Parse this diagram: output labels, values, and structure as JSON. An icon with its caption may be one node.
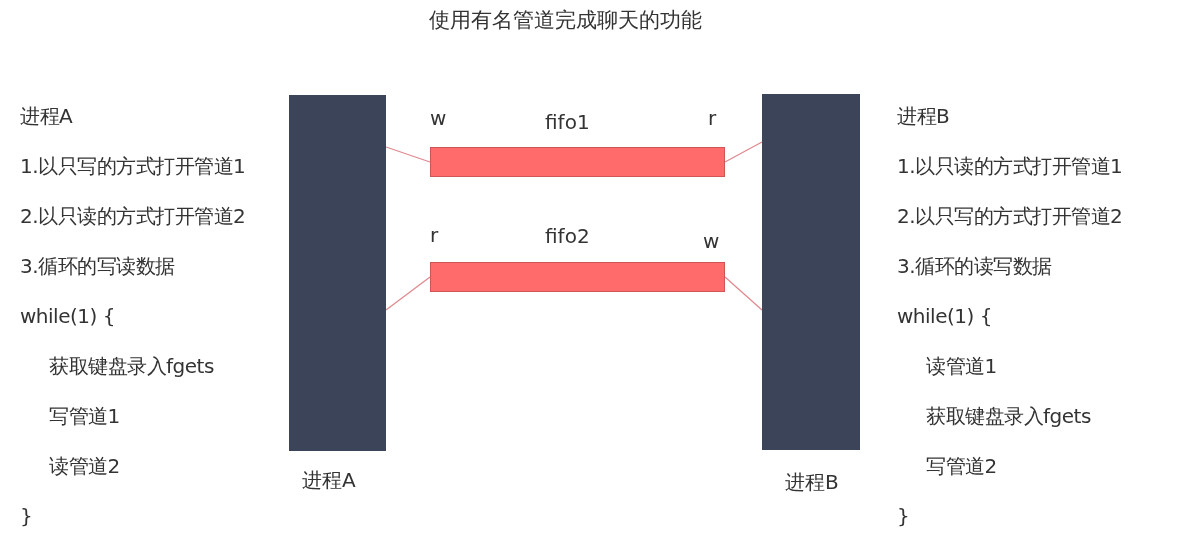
{
  "diagram": {
    "title": "使用有名管道完成聊天的功能",
    "nodes": [
      {
        "text": [],
        "shape": "bar",
        "beside": [
          "进程A"
        ]
      },
      {
        "text": [
          "fifo1"
        ],
        "beside": [
          "w",
          "r"
        ]
      },
      {
        "text": [
          "fifo2"
        ],
        "beside": [
          "r",
          "w"
        ]
      },
      {
        "text": [],
        "shape": "bar",
        "beside": [
          "进程B"
        ]
      }
    ],
    "edges": [
      {
        "from": 0,
        "to": 1,
        "arrow": "none"
      },
      {
        "from": 1,
        "to": 3,
        "arrow": "none"
      },
      {
        "from": 0,
        "to": 2,
        "arrow": "none"
      },
      {
        "from": 2,
        "to": 3,
        "arrow": "none"
      }
    ],
    "labels": [
      "进程A",
      "1.以只写的方式打开管道1",
      "2.以只读的方式打开管道2",
      "3.循环的写读数据",
      "while(1) {",
      "获取键盘录入fgets",
      "写管道1",
      "读管道2",
      "}",
      "进程B",
      "1.以只读的方式打开管道1",
      "2.以只写的方式打开管道2",
      "3.循环的读写数据",
      "while(1) {",
      "读管道1",
      "获取键盘录入fgets",
      "写管道2",
      "}"
    ]
  }
}
